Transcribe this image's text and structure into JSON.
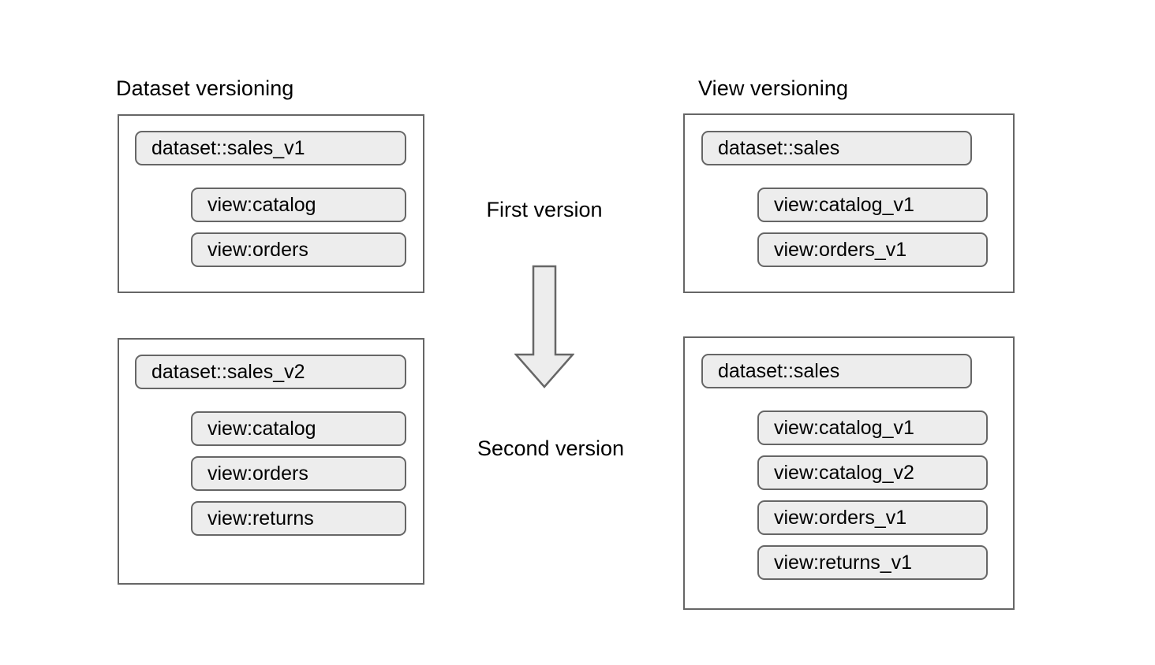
{
  "diagram": {
    "title": "Dataset versioning vs View versioning",
    "colors": {
      "pill_fill": "#ededed",
      "pill_border": "#666666",
      "box_border": "#666666",
      "arrow_fill": "#ededed",
      "arrow_border": "#666666",
      "background": "#ffffff",
      "text": "#000000"
    }
  },
  "columns": {
    "left": {
      "heading": "Dataset versioning",
      "boxes": [
        {
          "stage": "First version",
          "dataset": "dataset::sales_v1",
          "views": [
            "view:catalog",
            "view:orders"
          ]
        },
        {
          "stage": "Second version",
          "dataset": "dataset::sales_v2",
          "views": [
            "view:catalog",
            "view:orders",
            "view:returns"
          ]
        }
      ]
    },
    "right": {
      "heading": "View versioning",
      "boxes": [
        {
          "stage": "First version",
          "dataset": "dataset::sales",
          "views": [
            "view:catalog_v1",
            "view:orders_v1"
          ]
        },
        {
          "stage": "Second version",
          "dataset": "dataset::sales",
          "views": [
            "view:catalog_v1",
            "view:catalog_v2",
            "view:orders_v1",
            "view:returns_v1"
          ]
        }
      ]
    }
  },
  "center": {
    "first_label": "First version",
    "second_label": "Second version",
    "arrow_icon": "arrow-down-icon"
  }
}
